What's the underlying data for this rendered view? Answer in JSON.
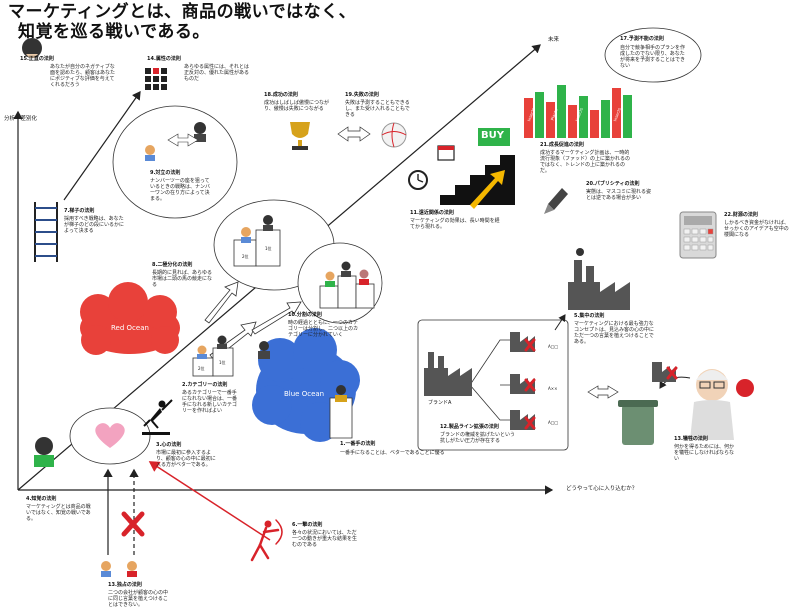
{
  "title_line1": "マーケティングとは、商品の戦いではなく、",
  "title_line2": "知覚を巡る戦いである。",
  "axes": {
    "y_label": "分析・差別化",
    "x_label": "どうやって心に入り込むか？",
    "future": "未来"
  },
  "diagram_text": {
    "red_ocean": "Red Ocean",
    "blue_ocean": "Blue Ocean",
    "buy": "BUY",
    "first": "1位",
    "second": "2位",
    "brand_a": "ブランドA",
    "ext_a1": "A□□",
    "ext_a2": "A××",
    "ext_a3": "A□□",
    "insects": "Insects",
    "plants": "Plants"
  },
  "laws": [
    {
      "id": "l1",
      "title": "1.一番手の法則",
      "desc": "一番手になることは、ベターであることに優る"
    },
    {
      "id": "l2",
      "title": "2.カテゴリーの法則",
      "desc": "あるカテゴリーで一番手になれない場合は、一番手になれる新しいカテゴリーを作ればよい"
    },
    {
      "id": "l3",
      "title": "3.心の法則",
      "desc": "市場に最初に参入するより、顧客の心の中に最初に入る方がベターである。"
    },
    {
      "id": "l4",
      "title": "4.知覚の法則",
      "desc": "マーケティングとは商品の戦いではなく、知覚の戦いである。"
    },
    {
      "id": "l5",
      "title": "5.集中の法則",
      "desc": "マーケティングにおける最も強力なコンセプトは、見込み客の心の中にただ一つの言葉を植えつけることである。"
    },
    {
      "id": "l6",
      "title": "6.一撃の法則",
      "desc": "各々の状況においては、ただ一つの動きが重大な結果を生むのである"
    },
    {
      "id": "l7",
      "title": "7.梯子の法則",
      "desc": "採用すべき戦略は、あなたが梯子のどの段にいるかによって決まる"
    },
    {
      "id": "l8",
      "title": "8.二極分化の法則",
      "desc": "長期的に見れば、あらゆる市場は二頭の馬の競走になる"
    },
    {
      "id": "l9",
      "title": "9.対立の法則",
      "desc": "ナンバーツーの座を狙っているときの戦略は、ナンバーワンの在り方によって決まる。"
    },
    {
      "id": "l10",
      "title": "10.分割の法則",
      "desc": "時の経過とともに、一つのカテゴリーは分割し、二つ以上のカテゴリーに分かれていく"
    },
    {
      "id": "l11",
      "title": "11.遠近関係の法則",
      "desc": "マーケティングの効果は、長い時間を経てから現れる。"
    },
    {
      "id": "l12",
      "title": "12.製品ライン拡張の法則",
      "desc": "ブランドの権威を拡げたいという抗しがたい圧力が存在する"
    },
    {
      "id": "l13",
      "title": "13.犠牲の法則",
      "desc": "何かを得るためには、何かを犠牲にしなければならない"
    },
    {
      "id": "l14",
      "title": "14.属性の法則",
      "desc": "あらゆる属性には、それとは正反対の、優れた属性があるものだ"
    },
    {
      "id": "l15",
      "title": "15.正直の法則",
      "desc": "あなたが自分のネガティブな面を認めたら、顧客はあなたにポジティブな評価を与えてくれるだろう"
    },
    {
      "id": "l16",
      "title": "13.独占の法則",
      "desc": "二つの会社が顧客の心の中に同じ言葉を植えつけることはできない。"
    },
    {
      "id": "l17",
      "title": "17.予測不能の法則",
      "desc": "自分で競争相手のプランを作成したのでない限り、あなたが将来を予測することはできない"
    },
    {
      "id": "l18",
      "title": "18.成功の法則",
      "desc": "成功はしばしば傲慢につながり、傲慢は失敗につながる"
    },
    {
      "id": "l19",
      "title": "19.失敗の法則",
      "desc": "失敗は予測することもできるし、また受け入れることもできる"
    },
    {
      "id": "l20",
      "title": "20.パブリシティの法則",
      "desc": "実態は、マスコミに現れる姿とは逆である場合が多い"
    },
    {
      "id": "l21",
      "title": "21.成長促進の法則",
      "desc": "成功するマーケティング計画は、一時的流行現象（ファッド）の上に築かれるのではなく、トレンドの上に築かれるのだ。"
    },
    {
      "id": "l22",
      "title": "22.財源の法則",
      "desc": "しかるべき資金がなければ、せっかくのアイデアも空中の楼閣になる"
    }
  ],
  "colors": {
    "red_ocean": "#e8413a",
    "blue_ocean": "#3b6fd6",
    "arrow_red": "#d8232a",
    "green": "#2fb34a",
    "heart": "#f3a3c0"
  }
}
